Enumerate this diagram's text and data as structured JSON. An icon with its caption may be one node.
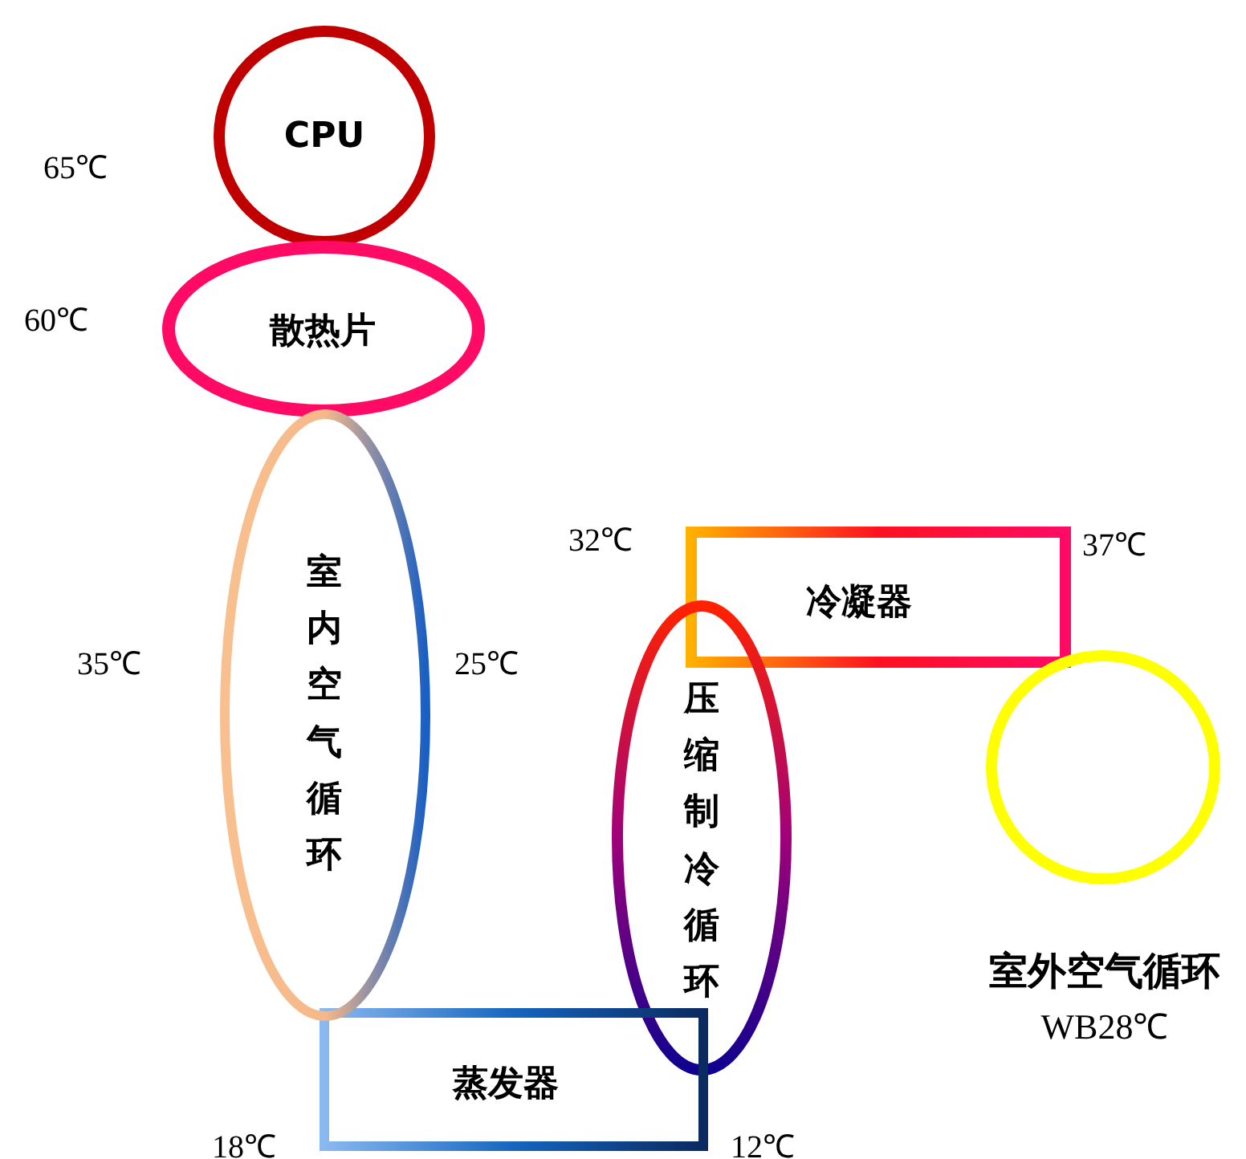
{
  "diagram": {
    "nodes": [
      {
        "text": [
          "CPU"
        ],
        "beside": [
          "65℃"
        ]
      },
      {
        "text": [
          "散热片"
        ],
        "beside": [
          "60℃"
        ]
      },
      {
        "text": [
          "室内空气循环"
        ],
        "beside": [
          "35℃",
          "25℃"
        ]
      },
      {
        "text": [
          "冷凝器"
        ],
        "beside": [
          "32℃",
          "37℃"
        ]
      },
      {
        "text": [
          "压缩制冷循环"
        ]
      },
      {
        "text": [
          "蒸发器"
        ],
        "beside": [
          "18℃",
          "12℃"
        ]
      },
      {
        "text": [
          "室外空气循环",
          "WB28℃"
        ]
      }
    ]
  }
}
